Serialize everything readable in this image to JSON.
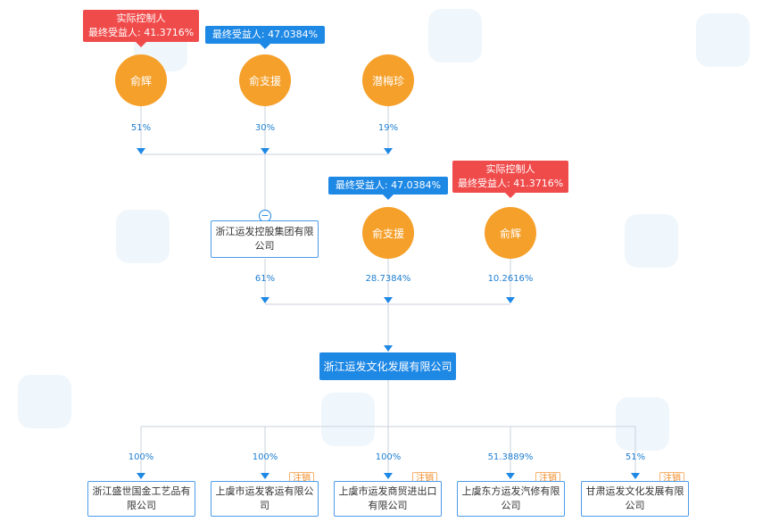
{
  "top_people": [
    {
      "name": "俞辉",
      "pct": "51%",
      "tag": {
        "type": "red",
        "lines": [
          "实际控制人",
          "最终受益人: 41.3716%"
        ]
      }
    },
    {
      "name": "俞支援",
      "pct": "30%",
      "tag": {
        "type": "blue",
        "lines": [
          "最终受益人: 47.0384%"
        ]
      }
    },
    {
      "name": "潜梅珍",
      "pct": "19%",
      "tag": null
    }
  ],
  "mid_company": {
    "name_line1": "浙江运发控股集团有限",
    "name_line2": "公司",
    "pct": "61%",
    "collapse": "−"
  },
  "mid_people": [
    {
      "name": "俞支援",
      "pct": "28.7384%",
      "tag": {
        "type": "blue",
        "lines": [
          "最终受益人: 47.0384%"
        ]
      }
    },
    {
      "name": "俞辉",
      "pct": "10.2616%",
      "tag": {
        "type": "red",
        "lines": [
          "实际控制人",
          "最终受益人: 41.3716%"
        ]
      }
    }
  ],
  "main_company": "浙江运发文化发展有限公司",
  "subsidiaries": [
    {
      "line1": "浙江盛世国金工艺品有",
      "line2": "限公司",
      "pct": "100%",
      "cancelled": ""
    },
    {
      "line1": "上虞市运发客运有限公",
      "line2": "司",
      "pct": "100%",
      "cancelled": "注销"
    },
    {
      "line1": "上虞市运发商贸进出口",
      "line2": "有限公司",
      "pct": "100%",
      "cancelled": "注销"
    },
    {
      "line1": "上虞东方运发汽修有限",
      "line2": "公司",
      "pct": "51.3889%",
      "cancelled": "注销"
    },
    {
      "line1": "甘肃运发文化发展有限",
      "line2": "公司",
      "pct": "51%",
      "cancelled": "注销"
    }
  ],
  "colors": {
    "line": "#c8d2dc",
    "arrow": "#1e88e5",
    "person": "#f5a02a",
    "company_border": "#4c9be8",
    "main": "#1e88e5"
  }
}
